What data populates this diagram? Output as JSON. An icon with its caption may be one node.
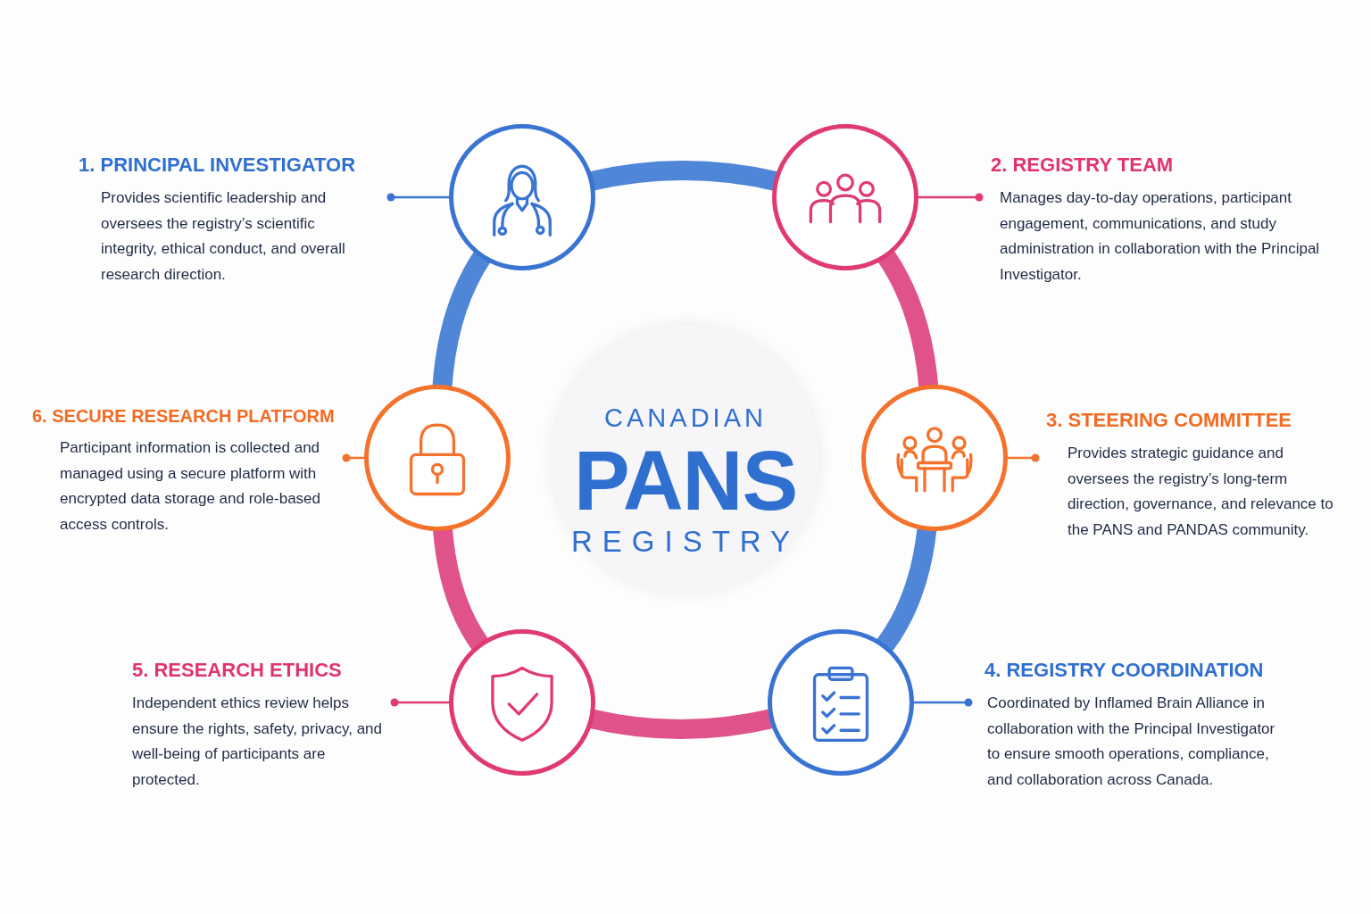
{
  "diagram": {
    "nodes": [
      {
        "text": [
          "1. PRINCIPAL INVESTIGATOR",
          "Provides scientific leadership and oversees the registry’s scientific integrity, ethical conduct, and overall research direction."
        ]
      },
      {
        "text": [],
        "shape": "circle"
      },
      {
        "text": [
          "2. REGISTRY TEAM",
          "Manages day-to-day operations, participant engagement, communications, and study administration in collaboration with the Principal Investigator."
        ]
      },
      {
        "text": [],
        "shape": "circle"
      },
      {
        "text": [
          "6. SECURE RESEARCH PLATFORM",
          "Participant information is collected and managed using a secure platform with encrypted data storage and role-based access controls."
        ]
      },
      {
        "text": [],
        "shape": "circle"
      },
      {
        "text": [
          "CANADIAN",
          "PANS",
          "REGISTRY"
        ]
      },
      {
        "text": [],
        "shape": "circle"
      },
      {
        "text": [
          "3. STEERING COMMITTEE",
          "Provides strategic guidance and oversees the registry’s long-term direction, governance, and relevance to the PANS and PANDAS community."
        ]
      },
      {
        "text": [
          "5. RESEARCH ETHICS",
          "Independent ethics review helps ensure the rights, safety, privacy, and well-being of participants are protected."
        ]
      },
      {
        "text": [],
        "shape": "circle"
      },
      {
        "text": [],
        "shape": "circle"
      },
      {
        "text": [
          "4. REGISTRY COORDINATION",
          "Coordinated by Inflamed Brain Alliance in collaboration with the Principal Investigator to ensure smooth operations, compliance, and collaboration across Canada."
        ]
      }
    ],
    "edges": [
      {
        "from": 0,
        "to": 1,
        "arrow": "other",
        "color": "#3a74d2"
      },
      {
        "from": 2,
        "to": 3,
        "arrow": "other",
        "color": "#e03a74"
      },
      {
        "from": 4,
        "to": 5,
        "arrow": "other",
        "color": "#f4722b"
      },
      {
        "from": 8,
        "to": 7,
        "arrow": "other",
        "color": "#f4722b"
      },
      {
        "from": 9,
        "to": 10,
        "arrow": "other",
        "color": "#e03a74"
      },
      {
        "from": 12,
        "to": 11,
        "arrow": "other",
        "color": "#3a74d2"
      },
      {
        "from": 1,
        "to": 3,
        "arrow": "none",
        "style": "thick",
        "color": "#4f86d8"
      },
      {
        "from": 3,
        "to": 7,
        "arrow": "none",
        "style": "thick",
        "color": "#e0528a"
      },
      {
        "from": 7,
        "to": 11,
        "arrow": "none",
        "style": "thick",
        "color": "#4f86d8"
      },
      {
        "from": 11,
        "to": 10,
        "arrow": "none",
        "style": "thick",
        "color": "#e0528a"
      },
      {
        "from": 10,
        "to": 5,
        "arrow": "none",
        "style": "thick",
        "color": "#e0528a"
      },
      {
        "from": 5,
        "to": 1,
        "arrow": "none",
        "style": "thick",
        "color": "#4f86d8"
      }
    ]
  }
}
